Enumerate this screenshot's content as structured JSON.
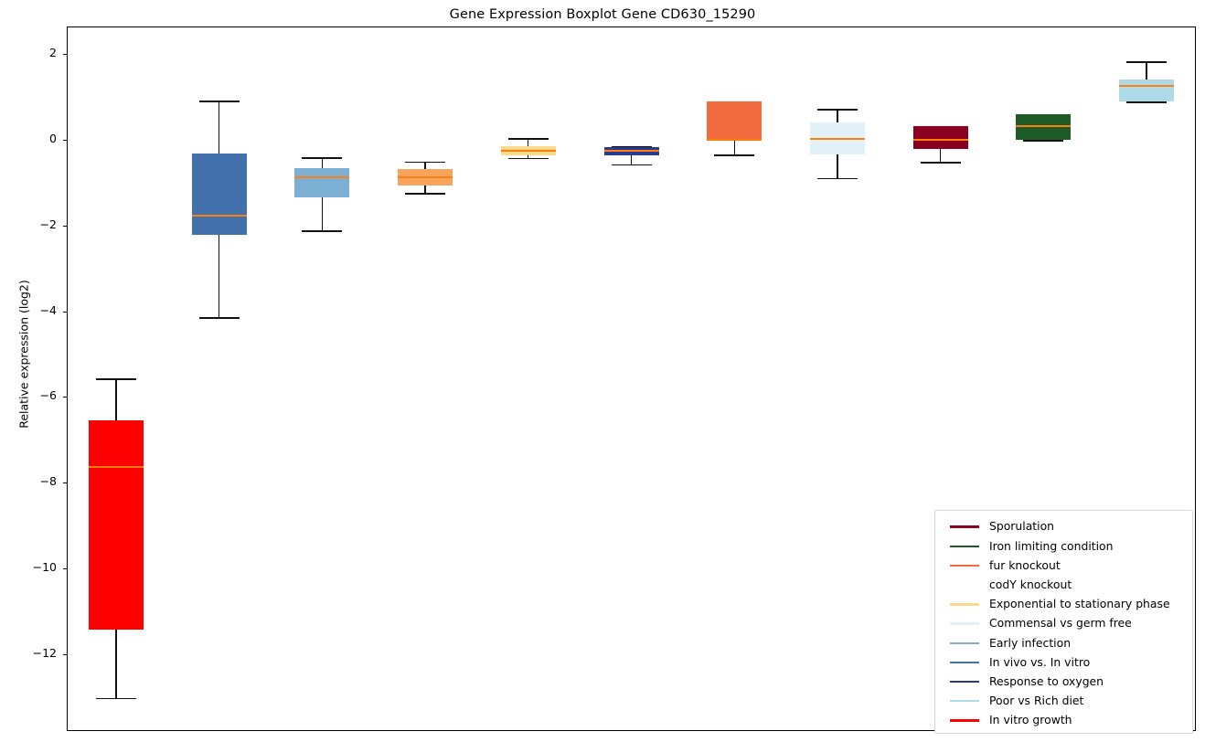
{
  "chart": {
    "title": "Gene Expression Boxplot Gene CD630_15290",
    "ylabel": "Relative expression (log2)"
  },
  "axis": {
    "ticks": [
      {
        "label": "2",
        "value": 2
      },
      {
        "label": "0",
        "value": 0
      },
      {
        "label": "−2",
        "value": -2
      },
      {
        "label": "−4",
        "value": -4
      },
      {
        "label": "−6",
        "value": -6
      },
      {
        "label": "−8",
        "value": -8
      },
      {
        "label": "−10",
        "value": -10
      },
      {
        "label": "−12",
        "value": -12
      }
    ]
  },
  "legend": {
    "items": [
      {
        "label": "Sporulation",
        "color": "#8B0020"
      },
      {
        "label": "Iron limiting condition",
        "color": "#1E5B28"
      },
      {
        "label": "fur knockout",
        "color": "#F26B3F"
      },
      {
        "label": "codY knockout",
        "color": "#F9A košt"
      },
      {
        "label": "Exponential to stationary phase",
        "color": "#FBD98A"
      },
      {
        "label": "Commensal vs germ free",
        "color": "#E2F0F7"
      },
      {
        "label": "Early infection",
        "color": "#7BB0D4"
      },
      {
        "label": "In vivo vs. In vitro",
        "color": "#4271AE"
      },
      {
        "label": "Response to oxygen",
        "color": "#2B3990"
      },
      {
        "label": "Poor vs Rich diet",
        "color": "#AEDAE8"
      },
      {
        "label": "In vitro growth",
        "color": "#FF0000"
      }
    ]
  },
  "chart_data": {
    "type": "boxplot",
    "title": "Gene Expression Boxplot Gene CD630_15290",
    "xlabel": "",
    "ylabel": "Relative expression (log2)",
    "ylim": [
      -13.6,
      2.65
    ],
    "grid": false,
    "legend_position": "lower right",
    "median_color": "#ff7f0e",
    "categories": [
      "In vitro growth",
      "In vivo vs. In vitro",
      "Early infection",
      "codY knockout",
      "Exponential to stationary phase",
      "Response to oxygen",
      "fur knockout",
      "Commensal vs germ free",
      "Sporulation",
      "Iron limiting condition",
      "Poor vs Rich diet"
    ],
    "boxes": [
      {
        "name": "In vitro growth",
        "color": "#FF0000",
        "whisker_low": -13.0,
        "q1": -11.4,
        "median": -7.62,
        "q3": -6.52,
        "whisker_high": -5.54
      },
      {
        "name": "In vivo vs. In vitro",
        "color": "#4271AE",
        "whisker_low": -4.12,
        "q1": -2.2,
        "median": -1.75,
        "q3": -0.3,
        "whisker_high": 0.94
      },
      {
        "name": "Early infection",
        "color": "#7BB0D4",
        "whisker_low": -2.1,
        "q1": -1.32,
        "median": -0.86,
        "q3": -0.65,
        "whisker_high": -0.38
      },
      {
        "name": "codY knockout",
        "color": "#F9A45C",
        "whisker_low": -1.22,
        "q1": -1.04,
        "median": -0.85,
        "q3": -0.67,
        "whisker_high": -0.48
      },
      {
        "name": "Exponential to stationary phase",
        "color": "#FBD98A",
        "whisker_low": -0.4,
        "q1": -0.34,
        "median": -0.23,
        "q3": -0.13,
        "whisker_high": 0.06
      },
      {
        "name": "Response to oxygen",
        "color": "#2B3990",
        "whisker_low": -0.55,
        "q1": -0.35,
        "median": -0.24,
        "q3": -0.15,
        "whisker_high": -0.13
      },
      {
        "name": "fur knockout",
        "color": "#F26B3F",
        "whisker_low": -0.33,
        "q1": 0.0,
        "median": 0.03,
        "q3": 0.91,
        "whisker_high": 0.91
      },
      {
        "name": "Commensal vs germ free",
        "color": "#E2F0F7",
        "whisker_low": -0.87,
        "q1": -0.31,
        "median": 0.05,
        "q3": 0.42,
        "whisker_high": 0.75
      },
      {
        "name": "Sporulation",
        "color": "#8B0020",
        "whisker_low": -0.5,
        "q1": -0.2,
        "median": 0.02,
        "q3": 0.35,
        "whisker_high": 0.35
      },
      {
        "name": "Iron limiting condition",
        "color": "#1E5B28",
        "whisker_low": 0.02,
        "q1": 0.02,
        "median": 0.35,
        "q3": 0.61,
        "whisker_high": 0.61
      },
      {
        "name": "Poor vs Rich diet",
        "color": "#AEDAE8",
        "whisker_low": 0.92,
        "q1": 0.92,
        "median": 1.27,
        "q3": 1.43,
        "whisker_high": 1.85
      }
    ]
  }
}
